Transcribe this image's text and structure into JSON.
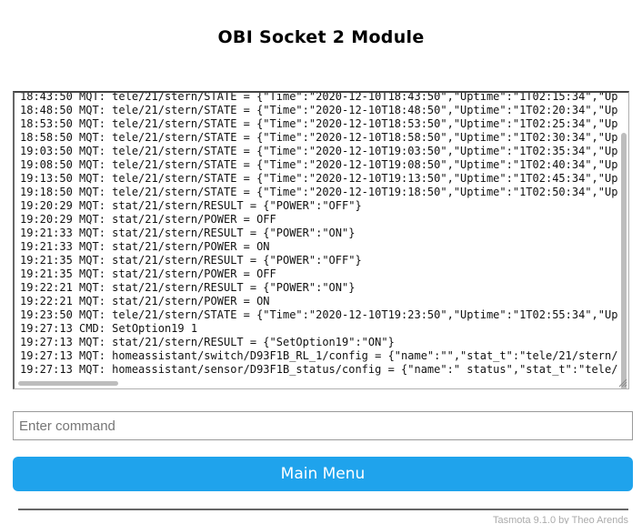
{
  "page": {
    "title": "OBI Socket 2 Module"
  },
  "console": {
    "lines": [
      "18:43:50 MQT: tele/21/stern/STATE = {\"Time\":\"2020-12-10T18:43:50\",\"Uptime\":\"1T02:15:34\",\"Up",
      "18:48:50 MQT: tele/21/stern/STATE = {\"Time\":\"2020-12-10T18:48:50\",\"Uptime\":\"1T02:20:34\",\"Up",
      "18:53:50 MQT: tele/21/stern/STATE = {\"Time\":\"2020-12-10T18:53:50\",\"Uptime\":\"1T02:25:34\",\"Up",
      "18:58:50 MQT: tele/21/stern/STATE = {\"Time\":\"2020-12-10T18:58:50\",\"Uptime\":\"1T02:30:34\",\"Up",
      "19:03:50 MQT: tele/21/stern/STATE = {\"Time\":\"2020-12-10T19:03:50\",\"Uptime\":\"1T02:35:34\",\"Up",
      "19:08:50 MQT: tele/21/stern/STATE = {\"Time\":\"2020-12-10T19:08:50\",\"Uptime\":\"1T02:40:34\",\"Up",
      "19:13:50 MQT: tele/21/stern/STATE = {\"Time\":\"2020-12-10T19:13:50\",\"Uptime\":\"1T02:45:34\",\"Up",
      "19:18:50 MQT: tele/21/stern/STATE = {\"Time\":\"2020-12-10T19:18:50\",\"Uptime\":\"1T02:50:34\",\"Up",
      "19:20:29 MQT: stat/21/stern/RESULT = {\"POWER\":\"OFF\"}",
      "19:20:29 MQT: stat/21/stern/POWER = OFF",
      "19:21:33 MQT: stat/21/stern/RESULT = {\"POWER\":\"ON\"}",
      "19:21:33 MQT: stat/21/stern/POWER = ON",
      "19:21:35 MQT: stat/21/stern/RESULT = {\"POWER\":\"OFF\"}",
      "19:21:35 MQT: stat/21/stern/POWER = OFF",
      "19:22:21 MQT: stat/21/stern/RESULT = {\"POWER\":\"ON\"}",
      "19:22:21 MQT: stat/21/stern/POWER = ON",
      "19:23:50 MQT: tele/21/stern/STATE = {\"Time\":\"2020-12-10T19:23:50\",\"Uptime\":\"1T02:55:34\",\"Up",
      "19:27:13 CMD: SetOption19 1",
      "19:27:13 MQT: stat/21/stern/RESULT = {\"SetOption19\":\"ON\"}",
      "19:27:13 MQT: homeassistant/switch/D93F1B_RL_1/config = {\"name\":\"\",\"stat_t\":\"tele/21/stern/",
      "19:27:13 MQT: homeassistant/sensor/D93F1B_status/config = {\"name\":\" status\",\"stat_t\":\"tele/"
    ]
  },
  "command": {
    "placeholder": "Enter command",
    "value": ""
  },
  "menu": {
    "main_label": "Main Menu"
  },
  "footer": {
    "text": "Tasmota 9.1.0 by Theo Arends"
  },
  "colors": {
    "accent": "#1fa3ec"
  }
}
